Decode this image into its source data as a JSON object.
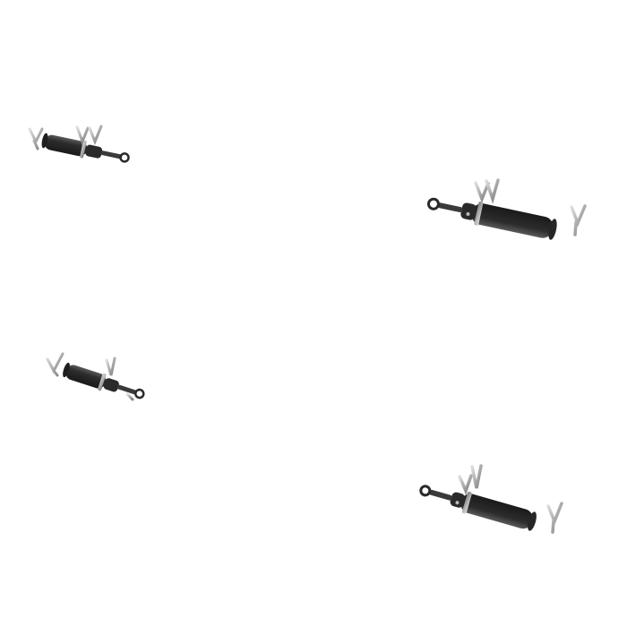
{
  "scene": {
    "background": "#ffffff",
    "objects": [
      {
        "name": "hydraulic-cylinder-1",
        "icon": "hydraulic-cylinder-icon",
        "facing": "right"
      },
      {
        "name": "hydraulic-cylinder-2",
        "icon": "hydraulic-cylinder-icon",
        "facing": "left"
      },
      {
        "name": "hydraulic-cylinder-3",
        "icon": "hydraulic-cylinder-icon",
        "facing": "right"
      },
      {
        "name": "hydraulic-cylinder-4",
        "icon": "hydraulic-cylinder-icon",
        "facing": "left"
      }
    ],
    "colors": {
      "barrel": "#2c2c2c",
      "barrel_highlight": "#5a5a5a",
      "rod": "#3a3a3a",
      "clip": "#b9b9b9",
      "clip_dark": "#7a7a7a"
    }
  }
}
